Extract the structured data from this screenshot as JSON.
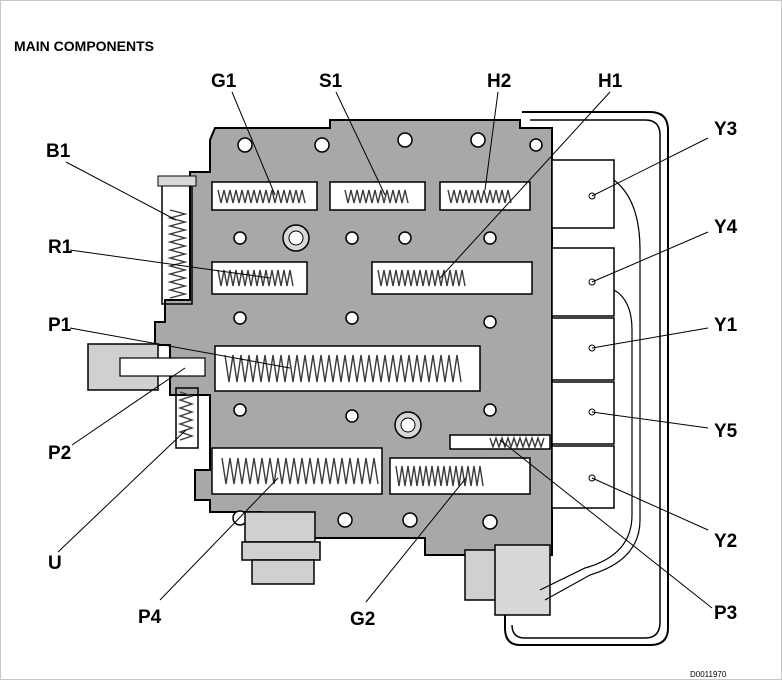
{
  "title": "MAIN COMPONENTS",
  "doc_id": "D0011970",
  "colors": {
    "housing": "#a8a8a8",
    "outline": "#000000",
    "bore": "#ffffff",
    "spring": "#3a3a3a"
  },
  "labels": {
    "G1": "G1",
    "S1": "S1",
    "H2": "H2",
    "H1": "H1",
    "B1": "B1",
    "R1": "R1",
    "P1": "P1",
    "P2": "P2",
    "U": "U",
    "P4": "P4",
    "G2": "G2",
    "P3": "P3",
    "Y3": "Y3",
    "Y4": "Y4",
    "Y1": "Y1",
    "Y5": "Y5",
    "Y2": "Y2"
  }
}
